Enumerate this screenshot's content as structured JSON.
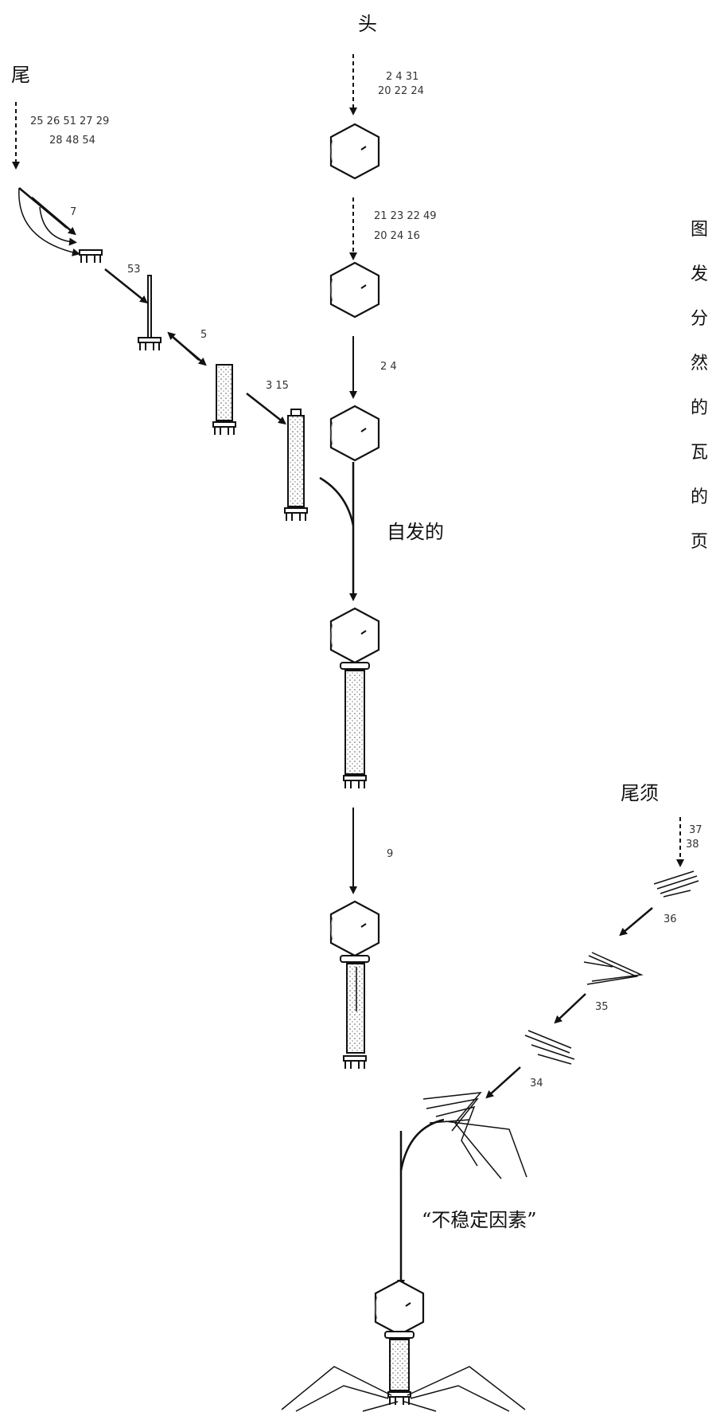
{
  "labels": {
    "head": "头",
    "tail": "尾",
    "tail_fibers": "尾须",
    "spontaneous": "自发的",
    "unstable_factor": "“不稳定因素”"
  },
  "gene_labels": {
    "head_in_1": "2  4  31",
    "head_in_2": "20  22  24",
    "head_step_1": "21  23  22  49",
    "head_step_2": "20  24  16",
    "head_step_3": "2  4",
    "tail_in_1": "25  26  51  27  29",
    "tail_in_2": "28  48  54",
    "tail_step_1": "7",
    "tail_step_2": "53",
    "tail_step_3": "5",
    "tail_step_4": "3  15",
    "join_step": "9",
    "fiber_in_1": "37",
    "fiber_in_2": "38",
    "fiber_step_1": "36",
    "fiber_step_2": "35",
    "fiber_step_3": "34"
  },
  "caption": {
    "chars": [
      "图",
      "发",
      "分",
      "然",
      "的",
      "瓦",
      "的",
      "页"
    ]
  }
}
